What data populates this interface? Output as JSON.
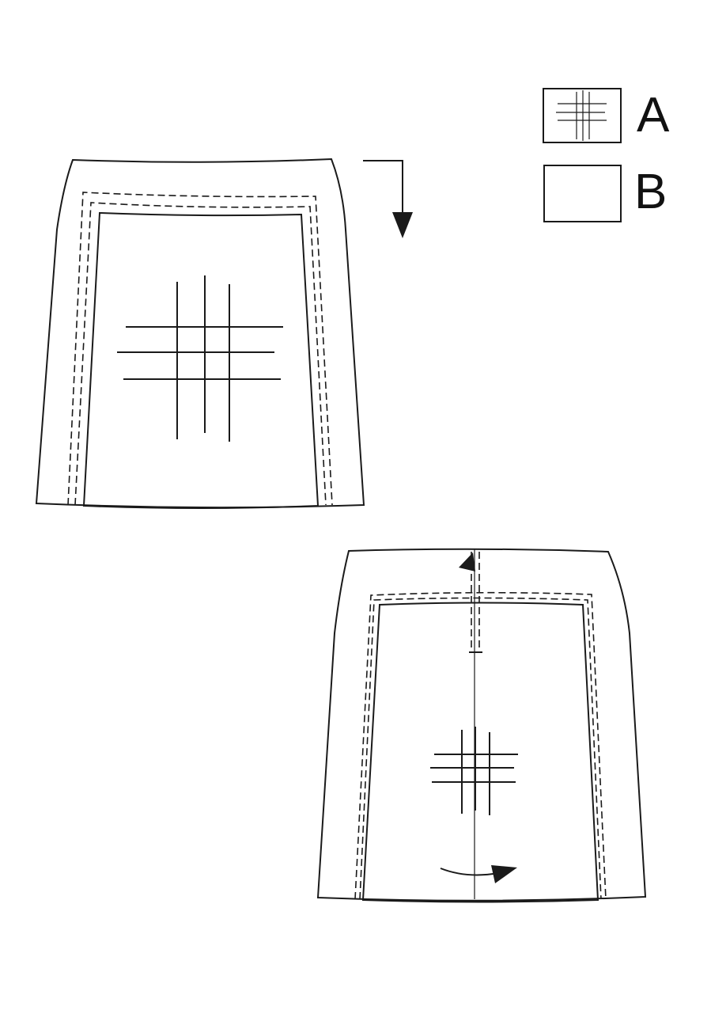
{
  "legend": [
    {
      "letter": "A",
      "swatch": "plaid-fabric"
    },
    {
      "letter": "B",
      "swatch": "plain-fabric"
    }
  ],
  "colors": {
    "ink": "#1a1a1a",
    "background": "#ffffff"
  },
  "icons": {
    "fold_arrow": "down-arrow-icon",
    "rotate_arrow": "curved-arrow-icon",
    "cut_arrow": "up-arrow-icon"
  }
}
